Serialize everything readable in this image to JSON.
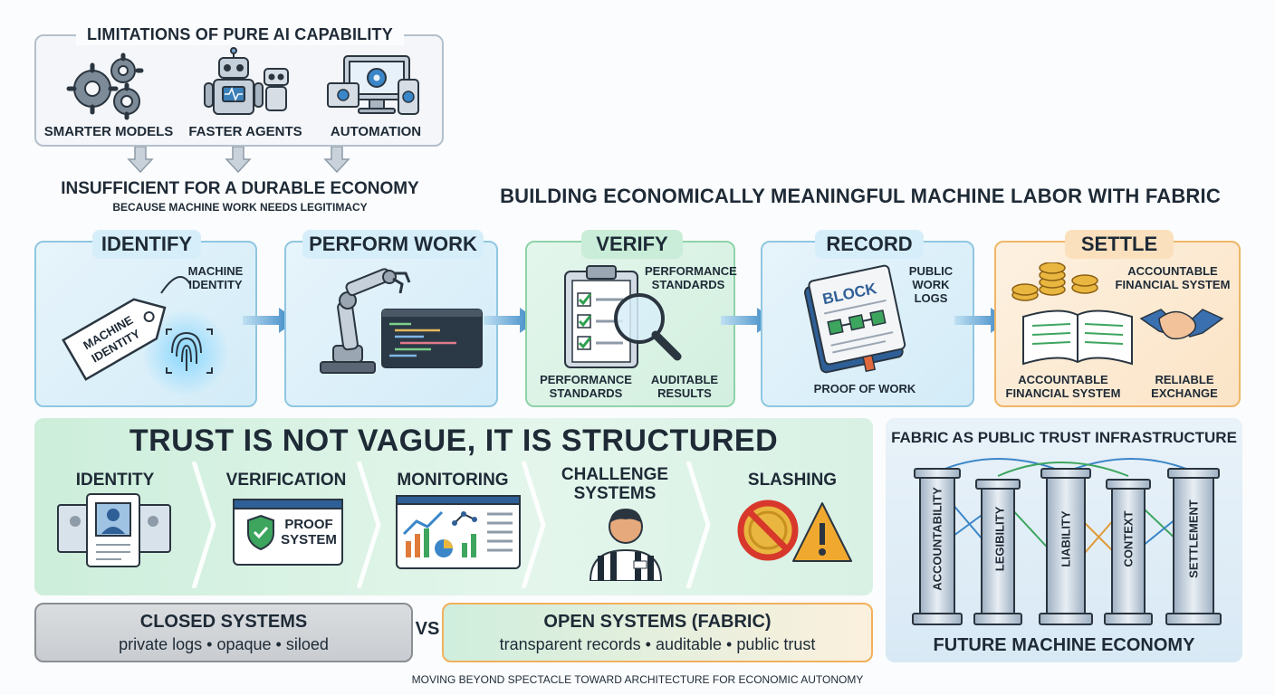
{
  "limitations": {
    "title": "LIMITATIONS OF PURE AI CAPABILITY",
    "items": [
      {
        "label": "SMARTER MODELS",
        "icon": "gears-icon"
      },
      {
        "label": "FASTER AGENTS",
        "icon": "robots-icon"
      },
      {
        "label": "AUTOMATION",
        "icon": "devices-icon"
      }
    ],
    "conclusion": "INSUFFICIENT FOR A DURABLE ECONOMY",
    "conclusion_sub": "BECAUSE MACHINE WORK NEEDS LEGITIMACY"
  },
  "main_title": "BUILDING ECONOMICALLY MEANINGFUL MACHINE LABOR WITH FABRIC",
  "stages": {
    "identify": {
      "title": "IDENTIFY",
      "tag_text": "MACHINE IDENTITY",
      "caption_line1": "MACHINE",
      "caption_line2": "IDENTITY"
    },
    "perform": {
      "title": "PERFORM WORK"
    },
    "verify": {
      "title": "VERIFY",
      "caption_top_line1": "PERFORMANCE",
      "caption_top_line2": "STANDARDS",
      "caption_left_line1": "PERFORMANCE",
      "caption_left_line2": "STANDARDS",
      "caption_right_line1": "AUDITABLE",
      "caption_right_line2": "RESULTS"
    },
    "record": {
      "title": "RECORD",
      "book_text": "BLOCK",
      "caption_line1": "PUBLIC",
      "caption_line2": "WORK",
      "caption_line3": "LOGS",
      "caption_bottom": "PROOF OF WORK"
    },
    "settle": {
      "title": "SETTLE",
      "caption_top_line1": "ACCOUNTABLE",
      "caption_top_line2": "FINANCIAL SYSTEM",
      "caption_left_line1": "ACCOUNTABLE",
      "caption_left_line2": "FINANCIAL SYSTEM",
      "caption_right_line1": "RELIABLE",
      "caption_right_line2": "EXCHANGE"
    }
  },
  "trust": {
    "title": "TRUST IS NOT VAGUE, IT IS STRUCTURED",
    "items": [
      {
        "line1": "IDENTITY",
        "line2": "",
        "icon": "id-cards-icon"
      },
      {
        "line1": "VERIFICATION",
        "line2": "",
        "icon": "proof-system-icon",
        "screen_line1": "PROOF",
        "screen_line2": "SYSTEM"
      },
      {
        "line1": "MONITORING",
        "line2": "",
        "icon": "dashboard-icon"
      },
      {
        "line1": "CHALLENGE",
        "line2": "SYSTEMS",
        "icon": "referee-icon"
      },
      {
        "line1": "SLASHING",
        "line2": "",
        "icon": "slashing-icon"
      }
    ]
  },
  "fabric": {
    "title": "FABRIC AS PUBLIC TRUST INFRASTRUCTURE",
    "pillars": [
      "ACCOUNTABILITY",
      "LEGIBILITY",
      "LIABILITY",
      "CONTEXT",
      "SETTLEMENT"
    ],
    "footer": "FUTURE MACHINE ECONOMY"
  },
  "comparison": {
    "closed_title": "CLOSED SYSTEMS",
    "closed_sub": "private logs • opaque • siloed",
    "vs": "VS",
    "open_title": "OPEN SYSTEMS (FABRIC)",
    "open_sub": "transparent records • auditable • public trust"
  },
  "footer": "MOVING BEYOND SPECTACLE TOWARD ARCHITECTURE FOR ECONOMIC AUTONOMY",
  "colors": {
    "blue_stage": "#d3ecf8",
    "green_stage": "#d9f2e3",
    "orange_stage": "#fbe8cf",
    "arrow": "#3a86c8",
    "text": "#1e2a36"
  }
}
